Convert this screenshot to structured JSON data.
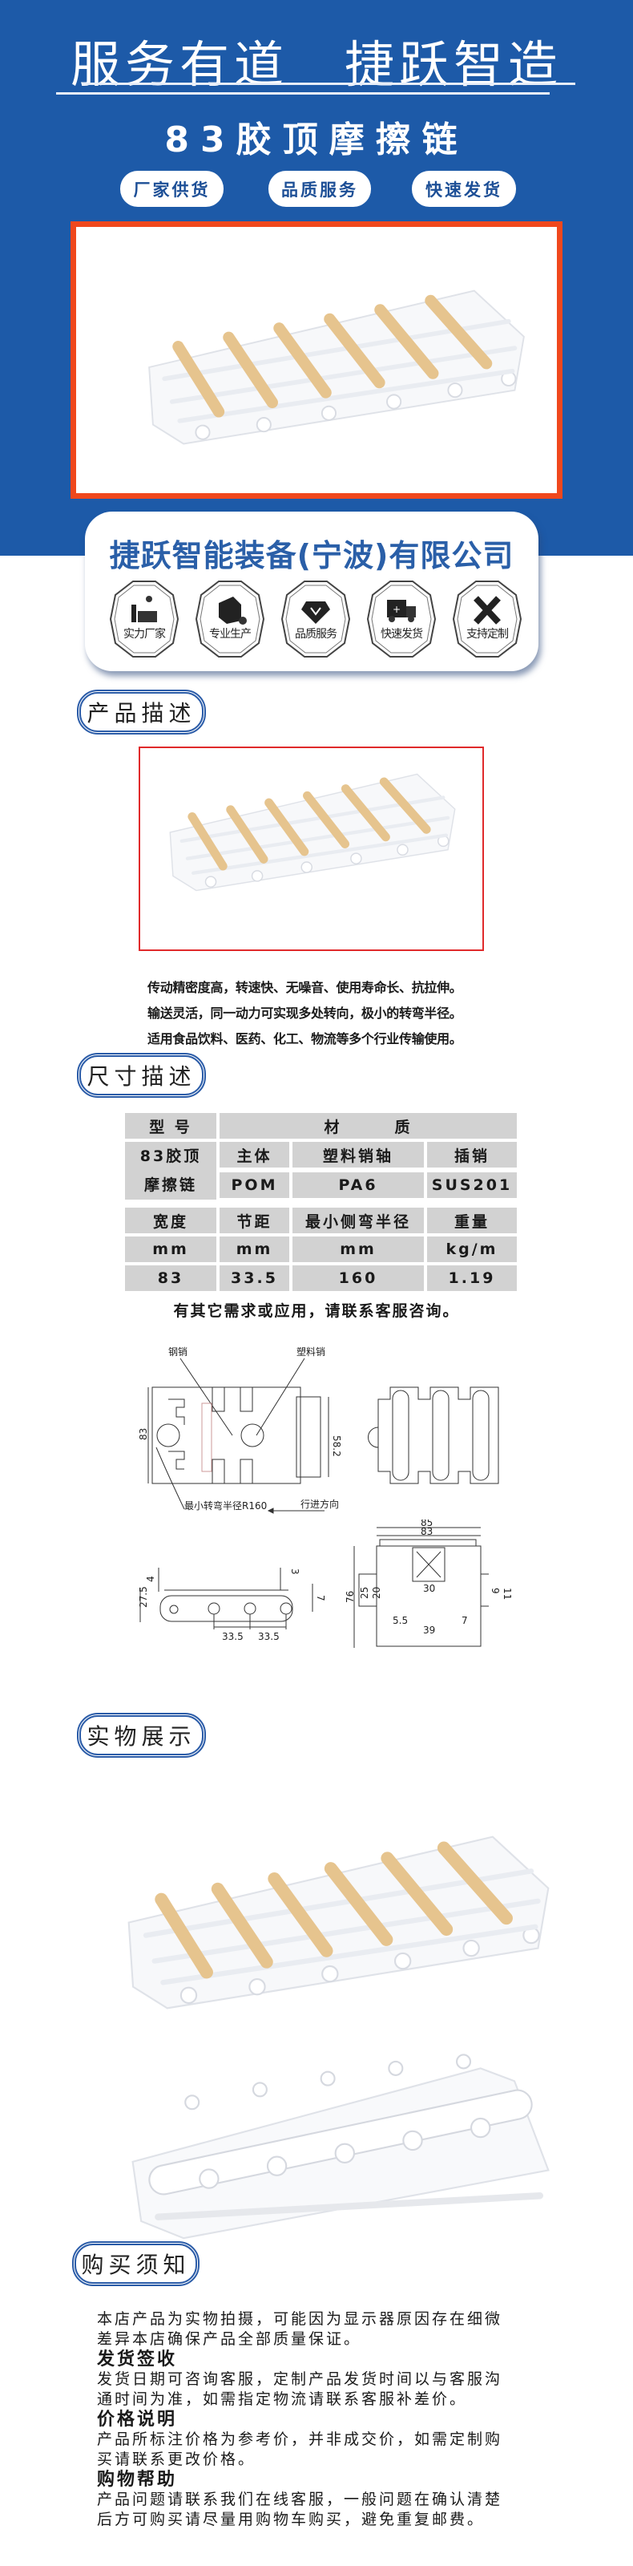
{
  "header": {
    "title_left": "服务有道",
    "title_right": "捷跃智造",
    "product_name": "83胶顶摩擦链",
    "badges": [
      "厂家供货",
      "品质服务",
      "快速发货"
    ]
  },
  "company": {
    "name": "捷跃智能装备(宁波)有限公司",
    "features": [
      "实力厂家",
      "专业生产",
      "品质服务",
      "快速发货",
      "支持定制"
    ]
  },
  "sections": {
    "description": "产品描述",
    "size": "尺寸描述",
    "showcase": "实物展示",
    "notice": "购买须知"
  },
  "description": {
    "lines": [
      "传动精密度高，转速快、无噪音、使用寿命长、抗拉伸。",
      "输送灵活，同一动力可实现多处转向，极小的转弯半径。",
      "适用食品饮料、医药、化工、物流等多个行业传输使用。"
    ]
  },
  "table": {
    "model_header": "型 号",
    "material_header": "材　　　质",
    "model_name": "83胶顶摩擦链",
    "material_labels": [
      "主体",
      "塑料销轴",
      "插销"
    ],
    "material_values": [
      "POM",
      "PA6",
      "SUS201"
    ],
    "spec_labels": [
      "宽度",
      "节距",
      "最小侧弯半径",
      "重量"
    ],
    "spec_units": [
      "mm",
      "mm",
      "mm",
      "kg/m"
    ],
    "spec_values": [
      "83",
      "33.5",
      "160",
      "1.19"
    ]
  },
  "contact_note": "有其它需求或应用，请联系客服咨询。",
  "drawing": {
    "steel_pin": "钢销",
    "plastic_pin": "塑料销",
    "width": "83",
    "pin_span": "58.2",
    "min_radius": "最小转弯半径R160",
    "direction": "行进方向",
    "side": {
      "top_left": "4",
      "top_right": "3",
      "height": "27.5",
      "right": "7",
      "pitch1": "33.5",
      "pitch2": "33.5"
    },
    "section": {
      "outer": "85",
      "inner": "83",
      "height": "76",
      "h25": "25",
      "h20": "20",
      "w30": "30",
      "w55": "5.5",
      "w7": "7",
      "w39": "39",
      "h9": "9",
      "h11": "11"
    }
  },
  "notice": {
    "intro": [
      "本店产品为实物拍摄，可能因为显示器原因存在细微",
      "差异本店确保产品全部质量保证。"
    ],
    "shipping_title": "发货签收",
    "shipping": [
      "发货日期可咨询客服，定制产品发货时间以与客服沟",
      "通时间为准，如需指定物流请联系客服补差价。"
    ],
    "price_title": "价格说明",
    "price": [
      "产品所标注价格为参考价，并非成交价，如需定制购",
      "买请联系更改价格。"
    ],
    "help_title": "购物帮助",
    "help": [
      "产品问题请联系我们在线客服，一般问题在确认清楚",
      "后方可购买请尽量用购物车购买，避免重复邮费。"
    ]
  },
  "colors": {
    "brand_blue": "#1d5aa8",
    "frame_orange": "#f0481d",
    "frame_red": "#e02a2b",
    "rubber_tan": "#e6c48e"
  }
}
